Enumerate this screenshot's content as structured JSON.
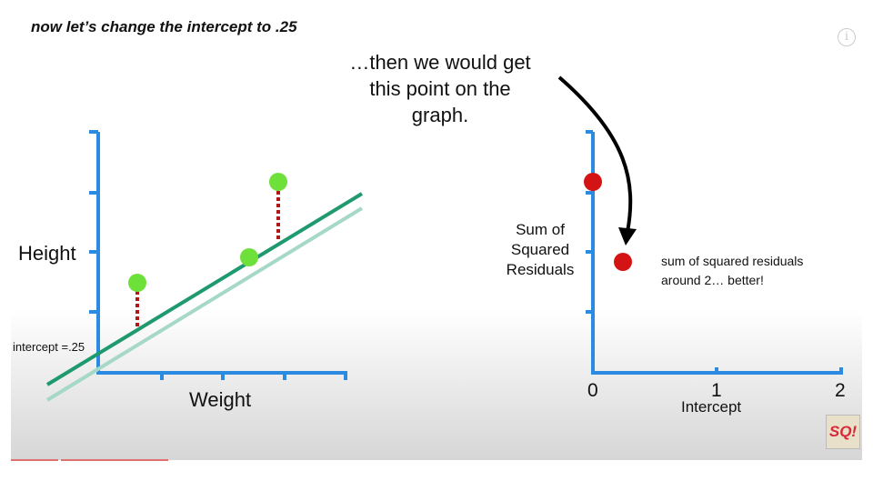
{
  "slide_title": "now let’s change the intercept to .25",
  "callout": [
    "…then we would get",
    "this point on the",
    "graph."
  ],
  "annotation": [
    "sum of squared residuals",
    "around 2…  better!"
  ],
  "info_icon": "info-icon",
  "logo": "SQ!",
  "chart_data": [
    {
      "type": "scatter",
      "xlabel": "Weight",
      "ylabel": "Height",
      "annotation": "intercept =.25",
      "points": [
        {
          "x": 0.6,
          "y": 1.5
        },
        {
          "x": 2.45,
          "y": 1.9
        },
        {
          "x": 2.9,
          "y": 3.1
        }
      ],
      "lines": [
        {
          "name": "intercept 0.25",
          "intercept": 0.25,
          "color": "#1e9a6e"
        },
        {
          "name": "previous line",
          "intercept": 0,
          "color": "#a6d8c8"
        }
      ],
      "xlim": [
        0,
        4
      ],
      "ylim": [
        0,
        4
      ]
    },
    {
      "type": "scatter",
      "xlabel": "Intercept",
      "ylabel": "Sum of Squared Residuals",
      "x_ticks": [
        "0",
        "1",
        "2"
      ],
      "points": [
        {
          "x": 0,
          "y": 3.1
        },
        {
          "x": 0.25,
          "y": 1.8
        }
      ],
      "xlim": [
        0,
        2
      ],
      "ylim": [
        0,
        4
      ]
    }
  ]
}
